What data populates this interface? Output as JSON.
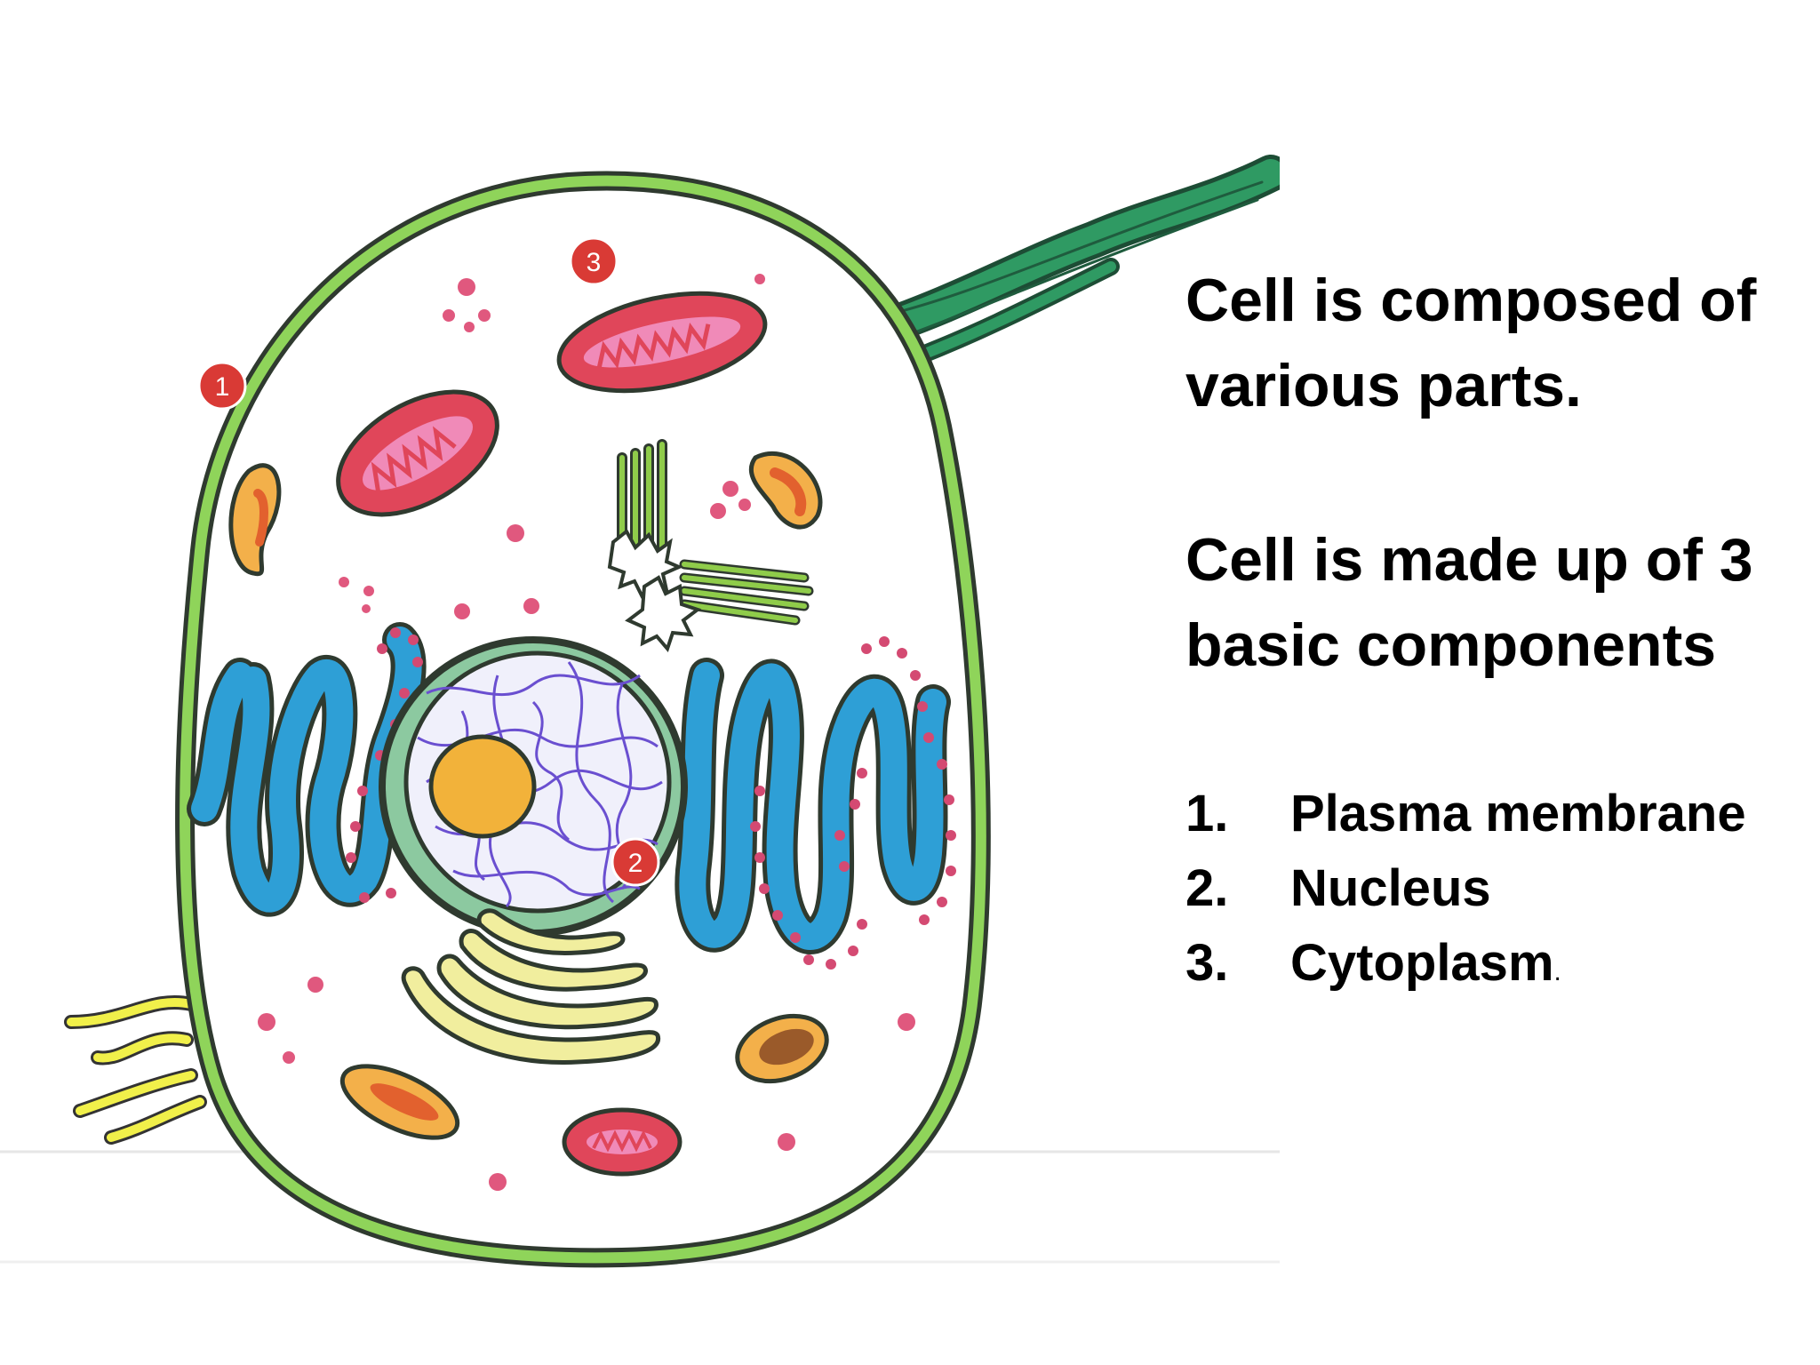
{
  "text": {
    "line_1": "Cell is composed of",
    "line_2": "various parts.",
    "line_3": "Cell is made up of 3",
    "line_4": "basic components",
    "components": [
      {
        "number": "1.",
        "label": "Plasma membrane"
      },
      {
        "number": "2.",
        "label": "Nucleus"
      },
      {
        "number": "3.",
        "label": "Cytoplasm",
        "suffix": "."
      }
    ]
  },
  "figure": {
    "markers": [
      "1",
      "2",
      "3"
    ],
    "colors": {
      "membrane": "#8fd45a",
      "outline": "#2f3a2f",
      "mitochondria": "#e0465a",
      "mitochondria_inner": "#f08ab8",
      "er": "#2e9fd6",
      "ribosome": "#d44a72",
      "nucleus": "#8cc9a0",
      "nucleoplasm": "#f0f0fb",
      "chromatin": "#6a4fd0",
      "nucleolus": "#f2b23a",
      "golgi": "#f1ee9e",
      "flagellum": "#2f9a63",
      "cilia": "#f1f04a",
      "lysosome": "#ea7f3c",
      "marker": "#d93a35",
      "centriole": "#8fcc4a"
    }
  }
}
